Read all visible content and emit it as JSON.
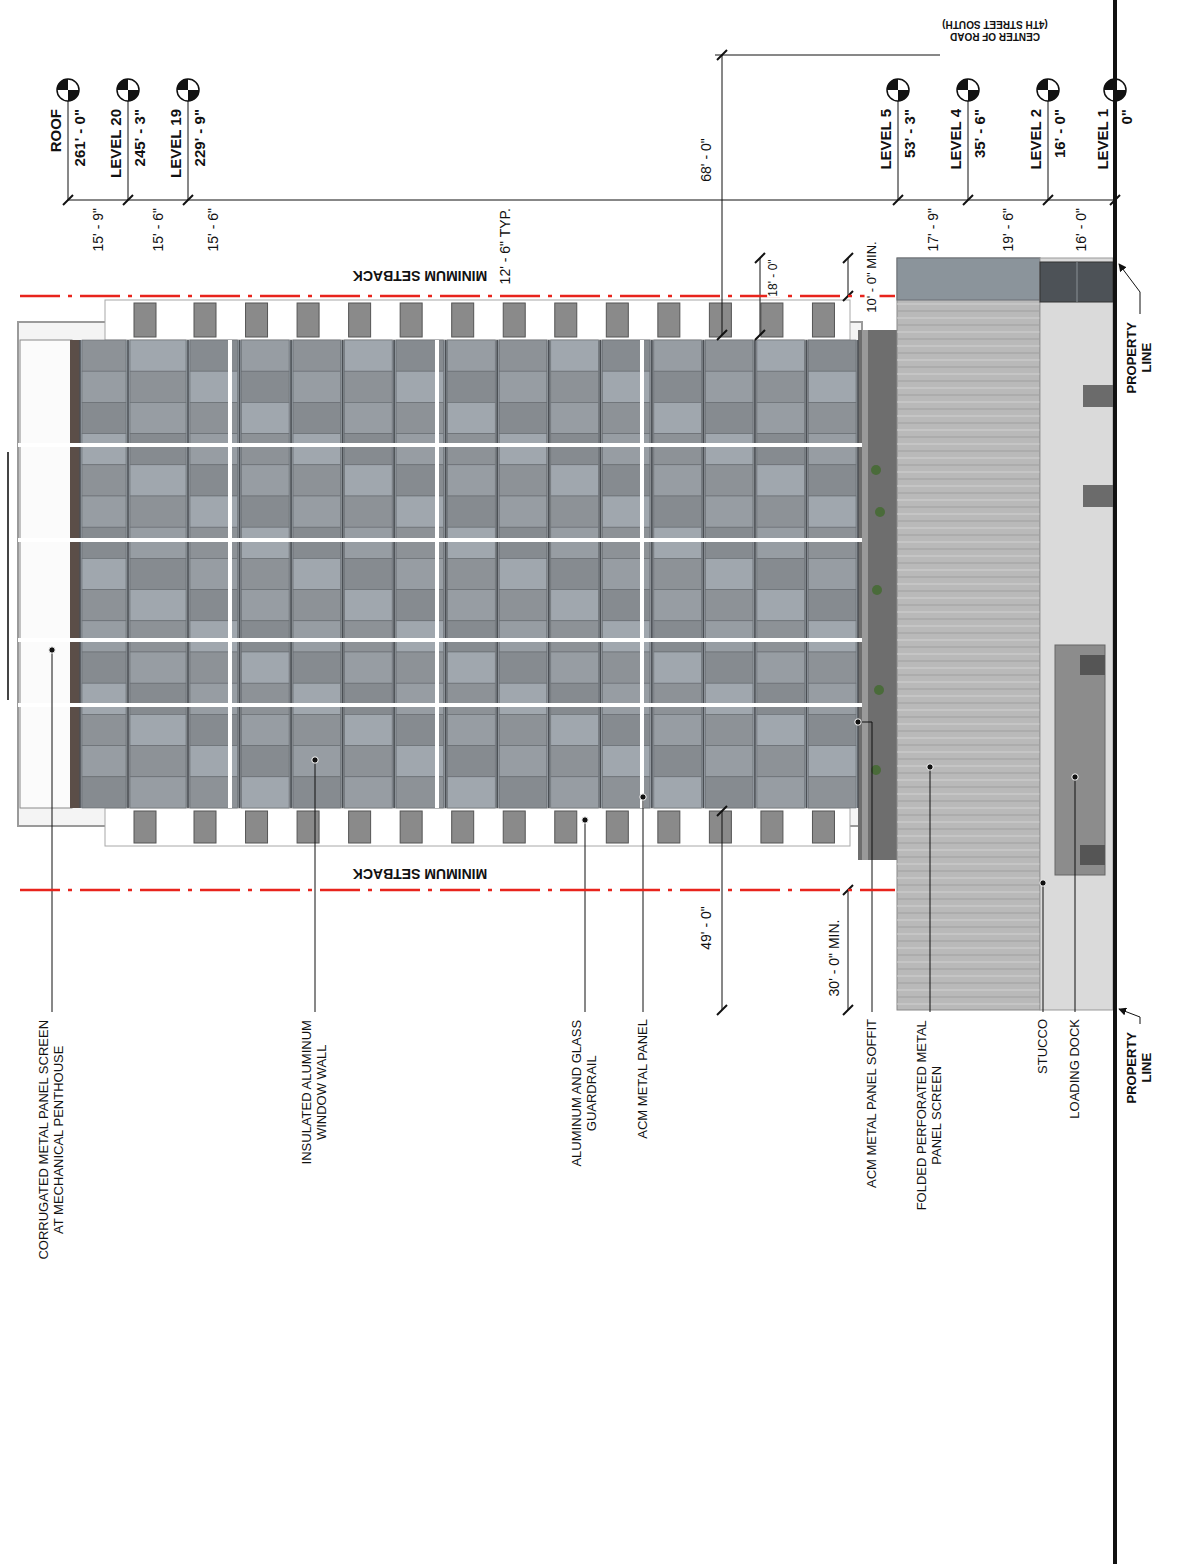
{
  "diagram": {
    "labels": [
      "CENTER OF ROAD (4TH STREET SOUTH)",
      "ROOF",
      "261' - 0\"",
      "LEVEL 20",
      "245' - 3\"",
      "LEVEL 19",
      "229' - 9\"",
      "LEVEL 5",
      "53' - 3\"",
      "LEVEL 4",
      "35' - 6\"",
      "LEVEL 2",
      "16' - 0\"",
      "LEVEL 1",
      "0\"",
      "15' - 9\"",
      "15' - 6\"",
      "15' - 6\"",
      "12' - 6\" TYP.",
      "17' - 9\"",
      "19' - 6\"",
      "16' - 0\"",
      "68' - 0\"",
      "18' - 0\"",
      "10' - 0\" MIN.",
      "MINIMUM SETBACK",
      "PROPERTY LINE",
      "MINIMUM SETBACK",
      "49' - 0\"",
      "30' - 0\" MIN.",
      "CORRUGATED METAL PANEL SCREEN AT MECHANICAL PENTHOUSE",
      "INSULATED ALUMINUM WINDOW WALL",
      "ALUMINUM AND GLASS GUARDRAIL",
      "ACM METAL PANEL",
      "ACM METAL PANEL SOFFIT",
      "FOLDED PERFORATED METAL PANEL SCREEN",
      "STUCCO",
      "LOADING DOCK",
      "PROPERTY LINE"
    ]
  }
}
